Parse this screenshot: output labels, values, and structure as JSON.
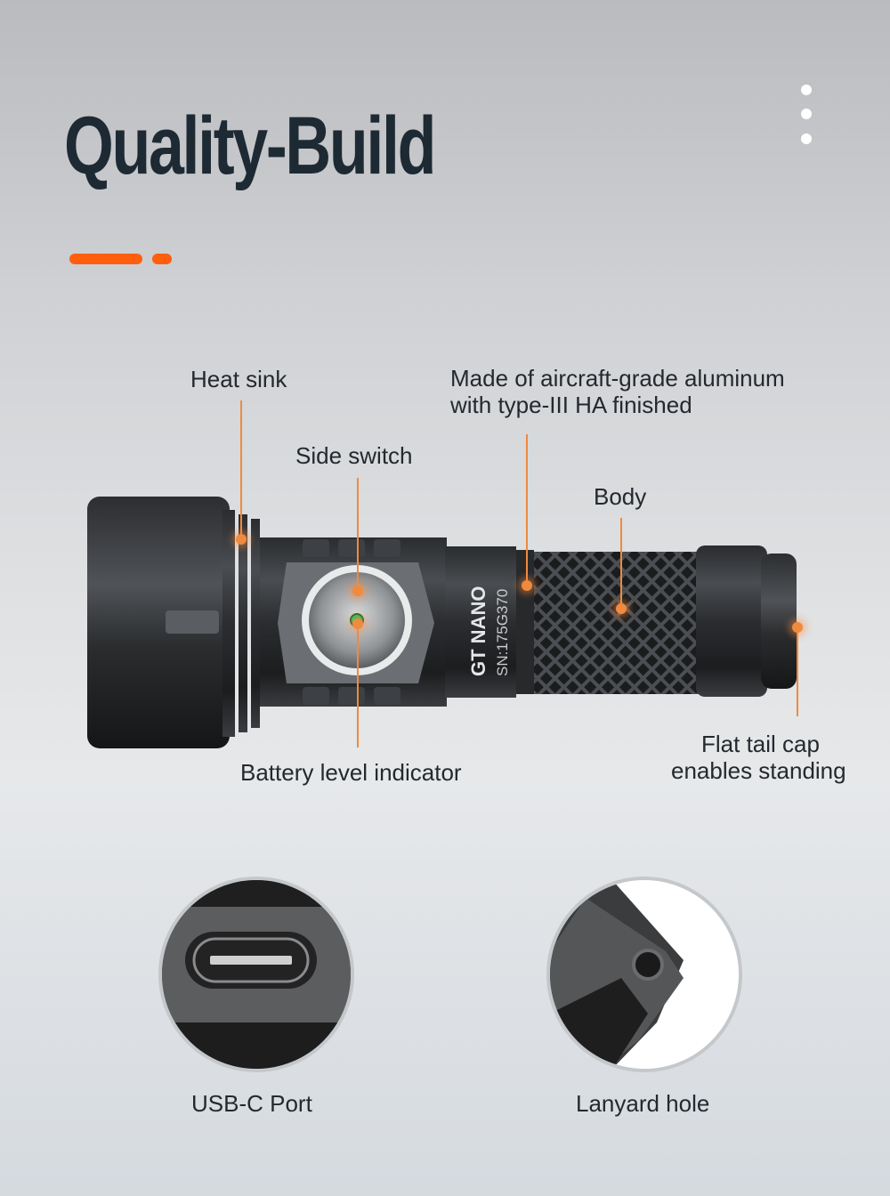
{
  "header": {
    "title": "Quality-Build",
    "menu_icon": "vertical-ellipsis-icon",
    "accent_color": "#ff5e0e",
    "title_color": "#1e2a33"
  },
  "product": {
    "engraving_name": "GT NANO",
    "engraving_serial": "SN:175G370",
    "indicator_color": "#22c55e"
  },
  "callouts": {
    "heat_sink": "Heat sink",
    "side_switch": "Side switch",
    "aluminum_line1": "Made of aircraft-grade aluminum",
    "aluminum_line2": "with type-III HA finished",
    "body": "Body",
    "battery_indicator": "Battery level indicator",
    "tail_cap_line1": "Flat tail cap",
    "tail_cap_line2": "enables standing",
    "line_color": "#f08a3e"
  },
  "details": [
    {
      "label": "USB-C Port"
    },
    {
      "label": "Lanyard hole"
    }
  ]
}
